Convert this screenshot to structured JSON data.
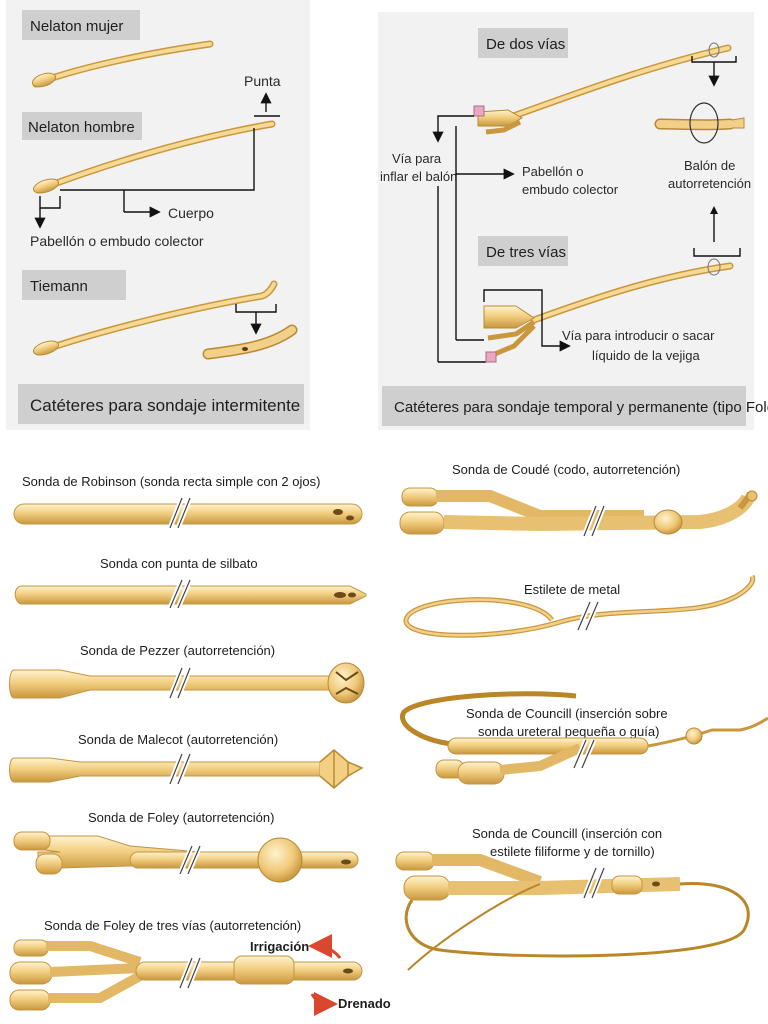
{
  "top_left": {
    "labels": {
      "nelaton_mujer": "Nelaton mujer",
      "nelaton_hombre": "Nelaton hombre",
      "tiemann": "Tiemann",
      "punta": "Punta",
      "cuerpo": "Cuerpo",
      "pabellon": "Pabellón o embudo colector"
    },
    "caption": "Catéteres para sondaje intermitente"
  },
  "top_right": {
    "labels": {
      "dos_vias": "De dos vías",
      "tres_vias": "De tres vías",
      "via_inflar_1": "Vía para",
      "via_inflar_2": "inflar el balón",
      "pabellon_1": "Pabellón o",
      "pabellon_2": "embudo colector",
      "balon_1": "Balón de",
      "balon_2": "autorretención",
      "via_vejiga_1": "Vía para introducir o sacar",
      "via_vejiga_2": "líquido de la vejiga"
    },
    "caption": "Catéteres para sondaje temporal y permanente (tipo Foley)"
  },
  "bottom": {
    "robinson": "Sonda de Robinson (sonda recta simple con 2 ojos)",
    "silbato": "Sonda con punta de silbato",
    "pezzer": "Sonda de Pezzer (autorretención)",
    "malecot": "Sonda de Malecot (autorretención)",
    "foley": "Sonda de Foley (autorretención)",
    "foley3": "Sonda de Foley de tres vías (autorretención)",
    "irrigacion": "Irrigación",
    "drenado": "Drenado",
    "coude": "Sonda de Coudé (codo, autorretención)",
    "estilete": "Estilete de metal",
    "councill1_1": "Sonda de Councill (inserción sobre",
    "councill1_2": "sonda ureteral pequeña o guía)",
    "councill2_1": "Sonda de Councill (inserción con",
    "councill2_2": "estilete filiforme y de tornillo)"
  },
  "colors": {
    "catheter": "#f0cf84",
    "catheter_dark": "#c99a3f",
    "label_box": "#cfcfcf",
    "arrow_red": "#d9472f"
  }
}
